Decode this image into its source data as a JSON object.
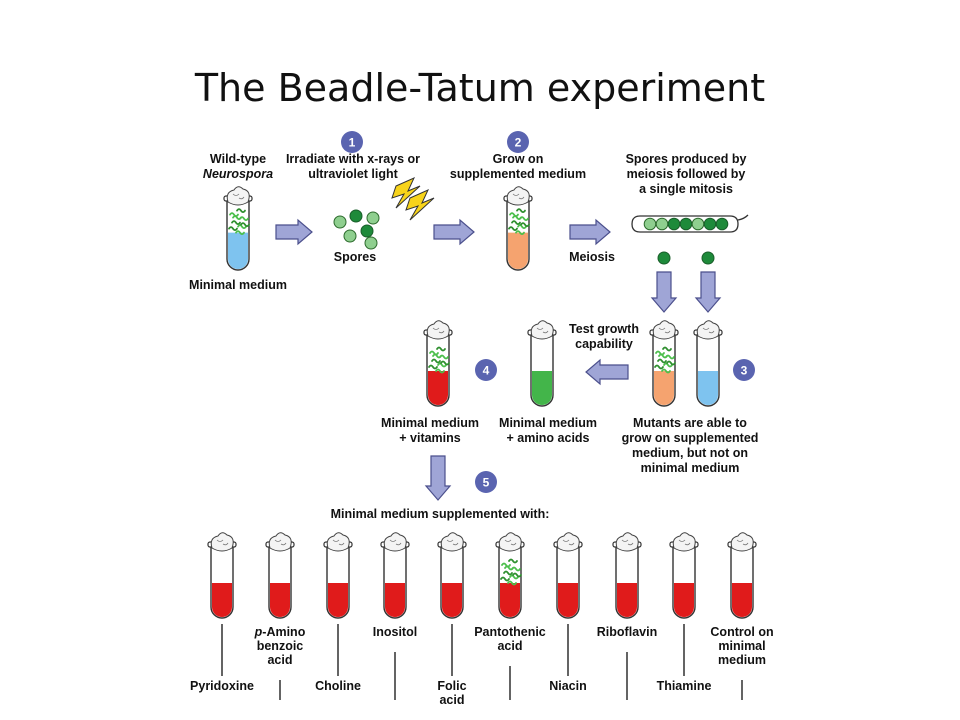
{
  "title": "The Beadle-Tatum experiment",
  "colors": {
    "arrow": "#9fa5d6",
    "arrow_stroke": "#4b4f8c",
    "badge": "#5a64b0",
    "blue_medium": "#7ec3ef",
    "orange_medium": "#f5a36f",
    "green_medium": "#43b54a",
    "red_medium": "#e01b1b",
    "spore_light": "#8fcf8f",
    "spore_dark": "#1e8a3a"
  },
  "steps": {
    "s1": "1",
    "s2": "2",
    "s3": "3",
    "s4": "4",
    "s5": "5"
  },
  "labels": {
    "wild_type_1": "Wild-type",
    "wild_type_2": "Neurospora",
    "minimal_medium": "Minimal medium",
    "irradiate_1": "Irradiate with x-rays or",
    "irradiate_2": "ultraviolet light",
    "spores": "Spores",
    "grow_1": "Grow on",
    "grow_2": "supplemented medium",
    "meiosis": "Meiosis",
    "spores_produced_1": "Spores produced by",
    "spores_produced_2": "meiosis followed by",
    "spores_produced_3": "a single mitosis",
    "test_growth_1": "Test growth",
    "test_growth_2": "capability",
    "mm_vitamins_1": "Minimal medium",
    "mm_vitamins_2": "+ vitamins",
    "mm_amino_1": "Minimal medium",
    "mm_amino_2": "+ amino acids",
    "mutants_1": "Mutants are able to",
    "mutants_2": "grow on supplemented",
    "mutants_3": "medium, but not on",
    "mutants_4": "minimal medium",
    "supplemented_with": "Minimal medium supplemented with:"
  },
  "tubes_bottom": [
    {
      "lines": [
        "Pyridoxine"
      ],
      "growth": false
    },
    {
      "lines": [
        "p-Amino",
        "benzoic",
        "acid"
      ],
      "growth": false
    },
    {
      "lines": [
        "Choline"
      ],
      "growth": false
    },
    {
      "lines": [
        "Inositol"
      ],
      "growth": false
    },
    {
      "lines": [
        "Folic",
        "acid"
      ],
      "growth": false
    },
    {
      "lines": [
        "Pantothenic",
        "acid"
      ],
      "growth": true
    },
    {
      "lines": [
        "Niacin"
      ],
      "growth": false
    },
    {
      "lines": [
        "Riboflavin"
      ],
      "growth": false
    },
    {
      "lines": [
        "Thiamine"
      ],
      "growth": false
    },
    {
      "lines": [
        "Control on",
        "minimal",
        "medium"
      ],
      "growth": false
    }
  ],
  "icons": {
    "lightning": "lightning-icon",
    "fungus": "fungus-icon",
    "cotton": "cotton-plug-icon"
  }
}
